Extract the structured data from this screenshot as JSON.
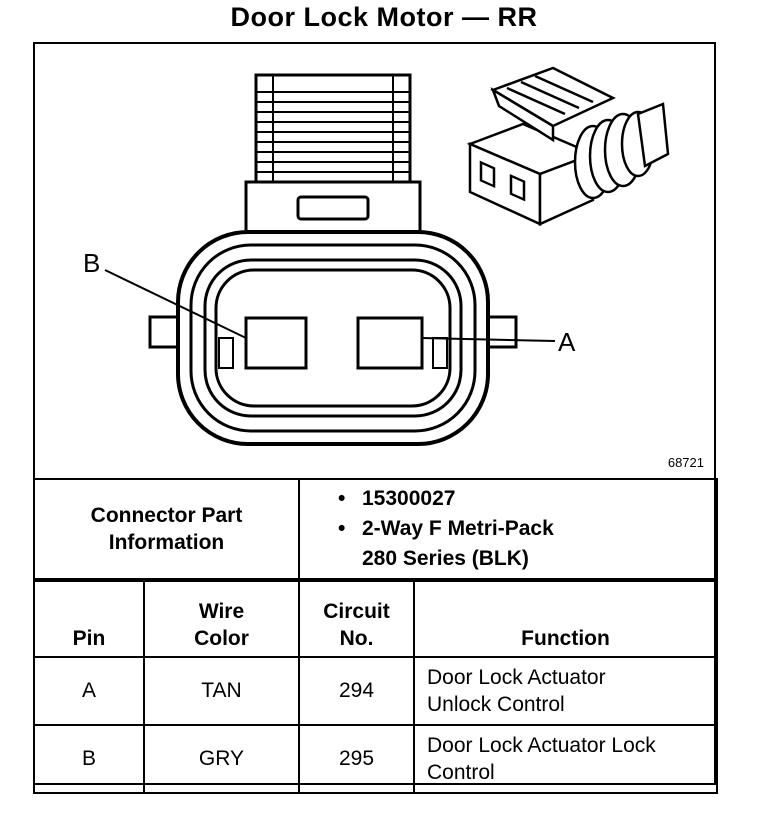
{
  "title": "Door Lock Motor — RR",
  "diagram": {
    "pin_labels": [
      "B",
      "A"
    ],
    "figure_number": "68721"
  },
  "connector_part": {
    "label_line1": "Connector Part",
    "label_line2": "Information",
    "bullets": [
      {
        "bullet": "•",
        "line1": "15300027",
        "line2": ""
      },
      {
        "bullet": "•",
        "line1": "2-Way F Metri-Pack",
        "line2": "280 Series (BLK)"
      }
    ]
  },
  "pin_table": {
    "headers": {
      "pin": "Pin",
      "wire_color_line1": "Wire",
      "wire_color_line2": "Color",
      "circuit_line1": "Circuit",
      "circuit_line2": "No.",
      "function": "Function"
    },
    "rows": [
      {
        "pin": "A",
        "wire_color": "TAN",
        "circuit": "294",
        "function_line1": "Door Lock Actuator",
        "function_line2": "Unlock Control"
      },
      {
        "pin": "B",
        "wire_color": "GRY",
        "circuit": "295",
        "function_line1": "Door Lock Actuator Lock",
        "function_line2": "Control"
      }
    ]
  }
}
